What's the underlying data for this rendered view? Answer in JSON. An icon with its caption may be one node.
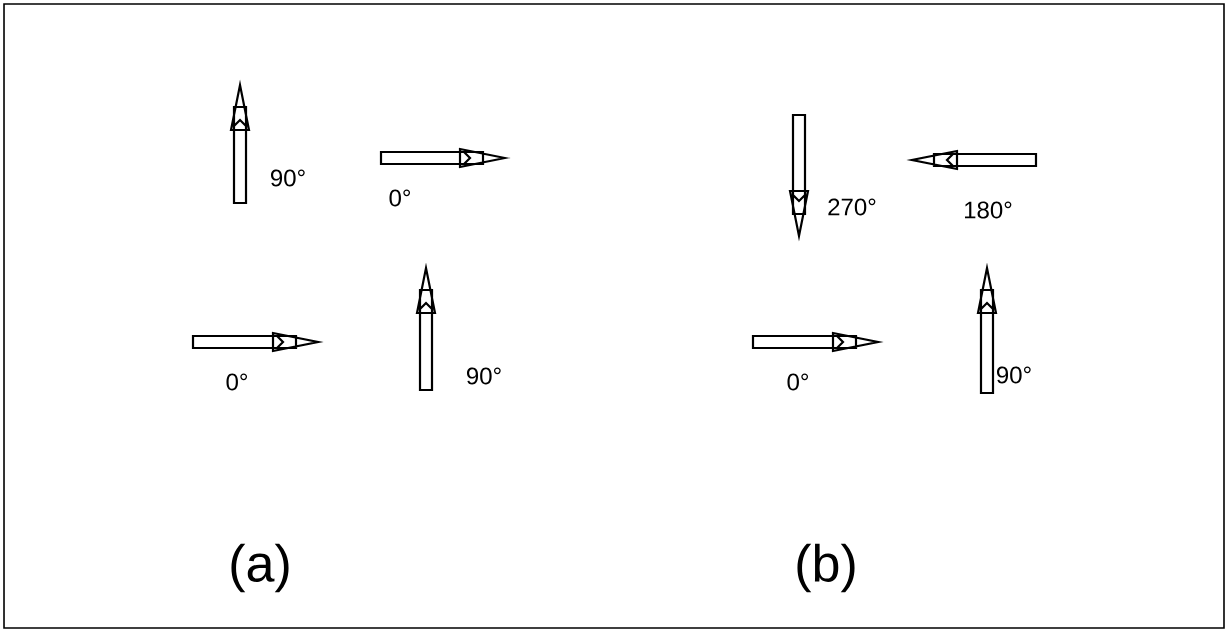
{
  "diagram": {
    "labels": [
      "90°",
      "0°",
      "270°",
      "180°",
      "0°",
      "90°",
      "0°",
      "90°",
      "(a)",
      "(b)"
    ]
  }
}
